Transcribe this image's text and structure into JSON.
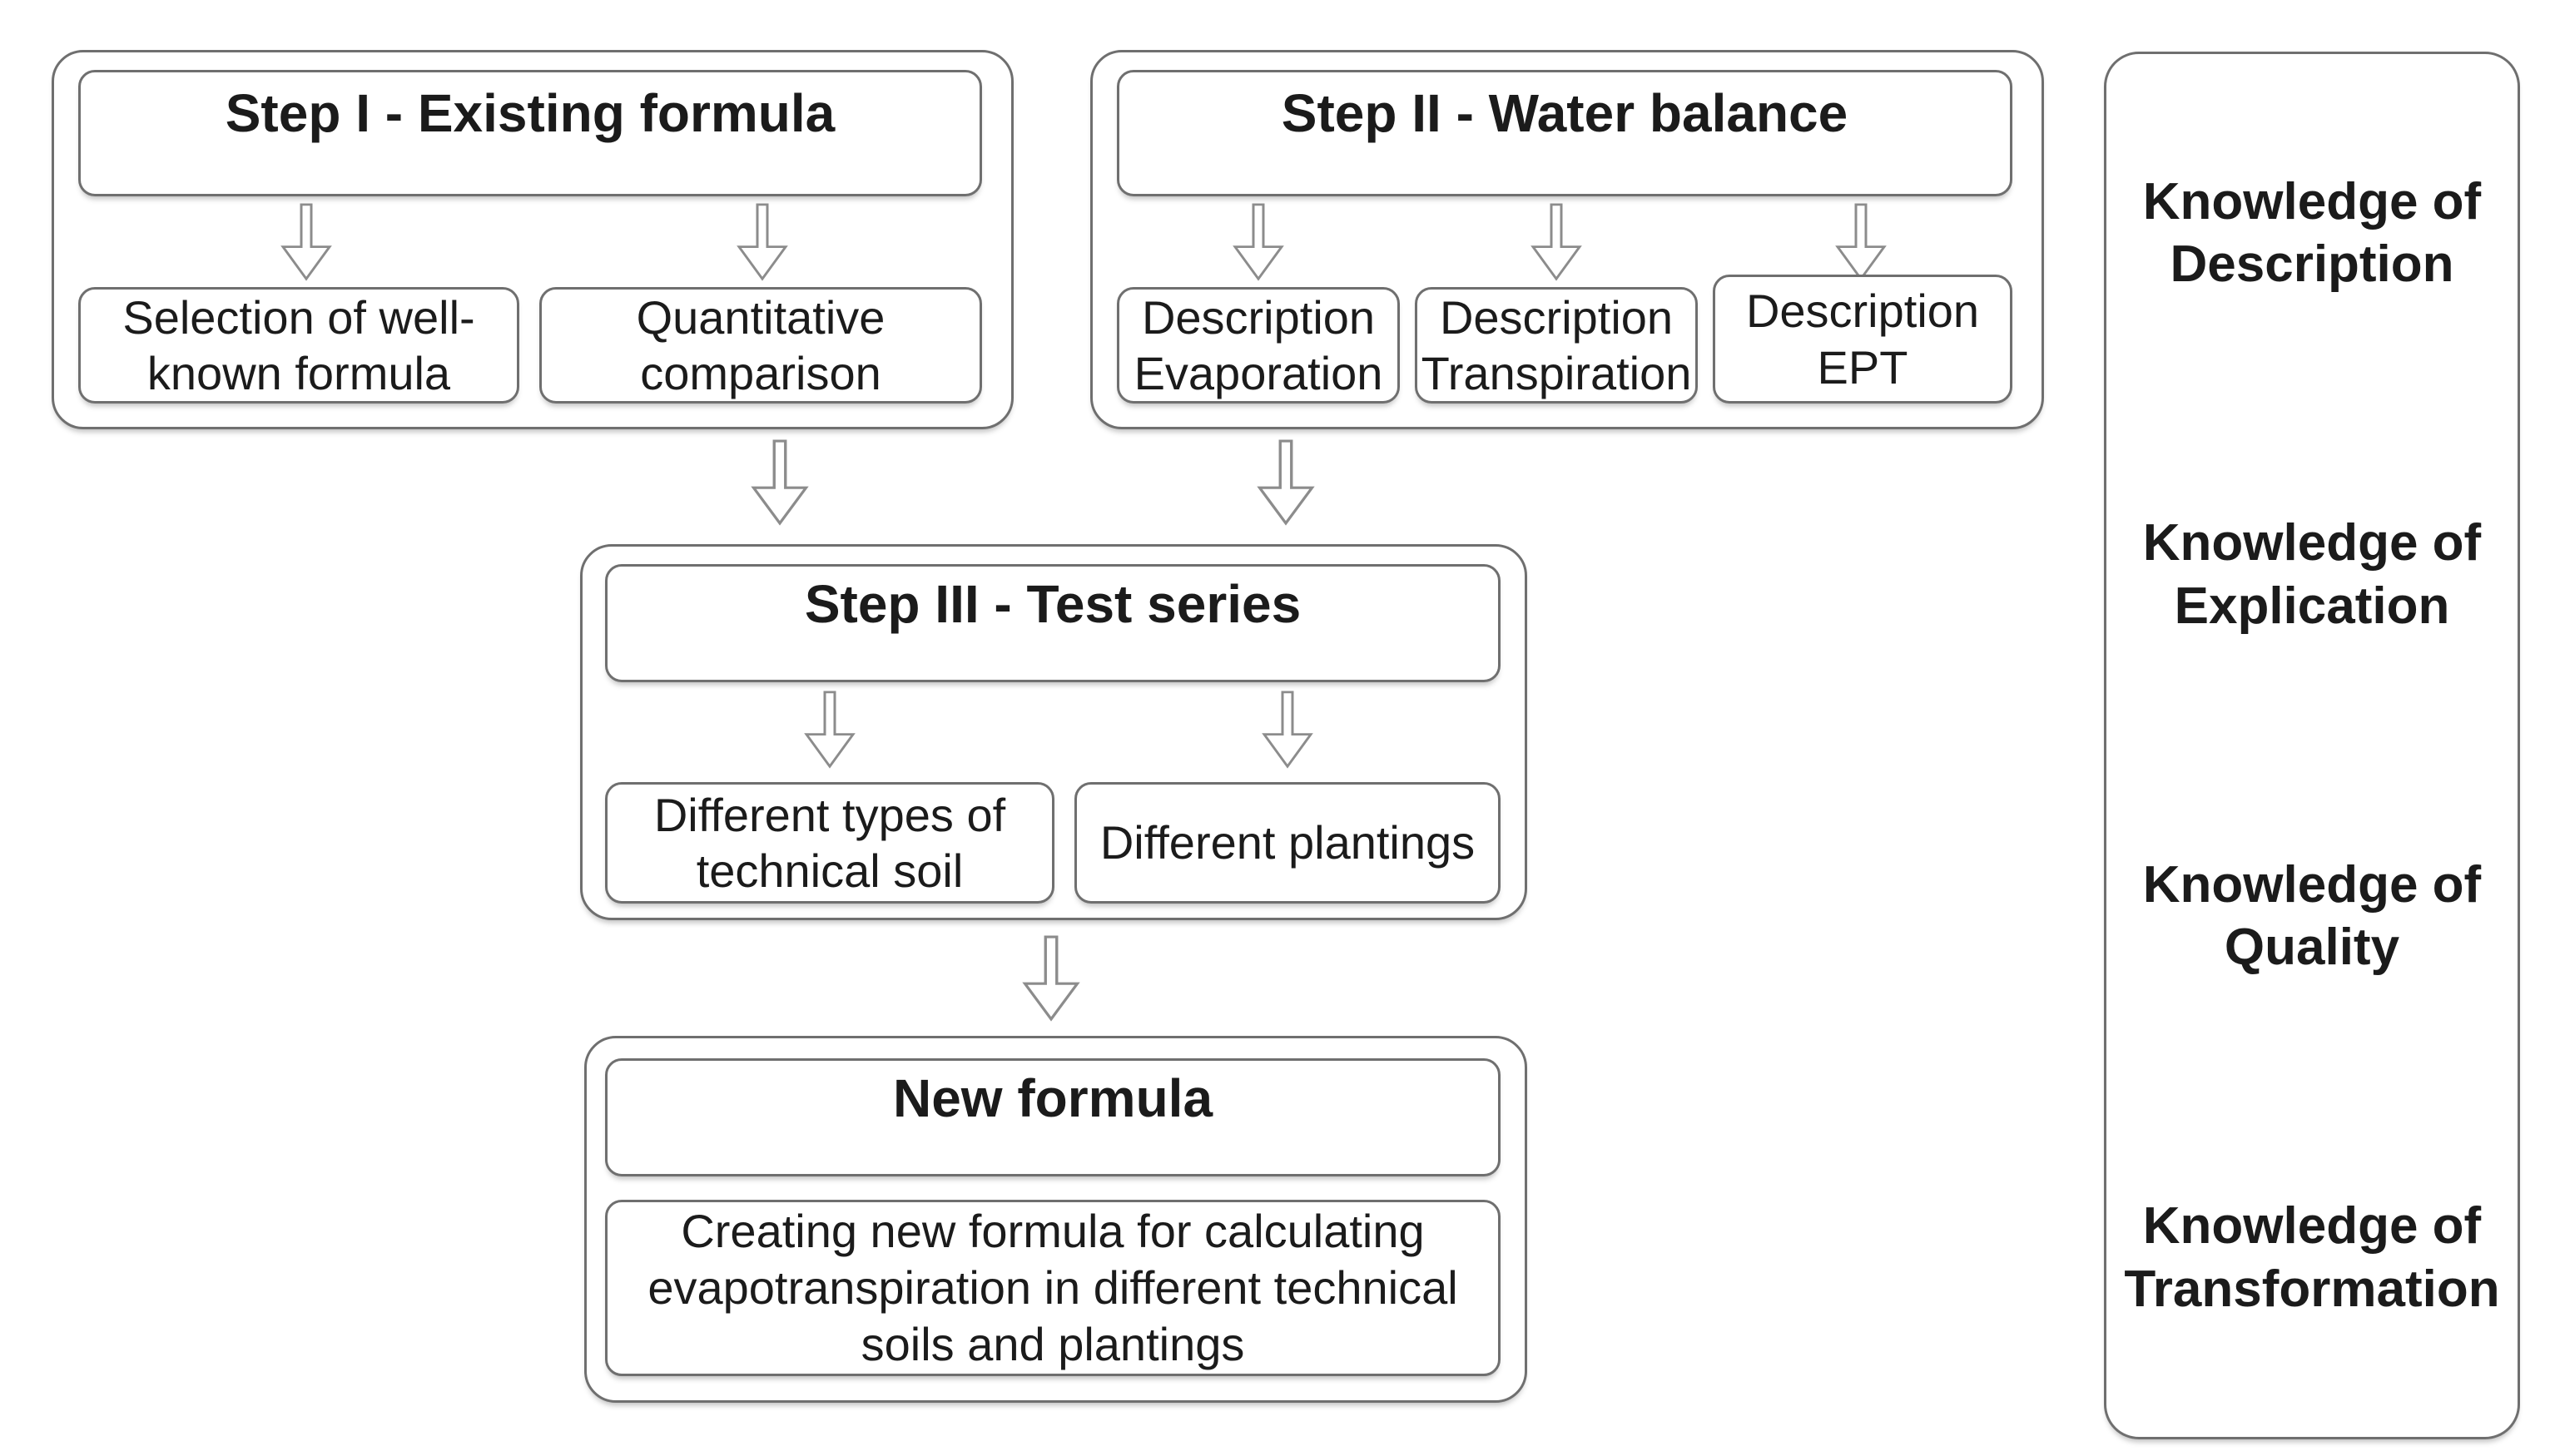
{
  "colors": {
    "background": "#ffffff",
    "box_border": "#6f6f6f",
    "arrow_outline": "#8c8c8c",
    "text": "#1b1b1b"
  },
  "flowchart": {
    "step1": {
      "title": "Step I - Existing formula",
      "children": [
        "Selection of well-known formula",
        "Quantitative comparison"
      ]
    },
    "step2": {
      "title": "Step II - Water balance",
      "children": [
        "Description Evaporation",
        "Description Transpiration",
        "Description EPT"
      ]
    },
    "step3": {
      "title": "Step III - Test series",
      "children": [
        "Different types of technical soil",
        "Different plantings"
      ]
    },
    "final": {
      "title": "New formula",
      "description": "Creating new formula for calculating evapotranspiration in different technical soils and plantings"
    }
  },
  "sidebar": {
    "items": [
      "Knowledge of Description",
      "Knowledge of Explication",
      "Knowledge of Quality",
      "Knowledge of Transformation"
    ]
  }
}
